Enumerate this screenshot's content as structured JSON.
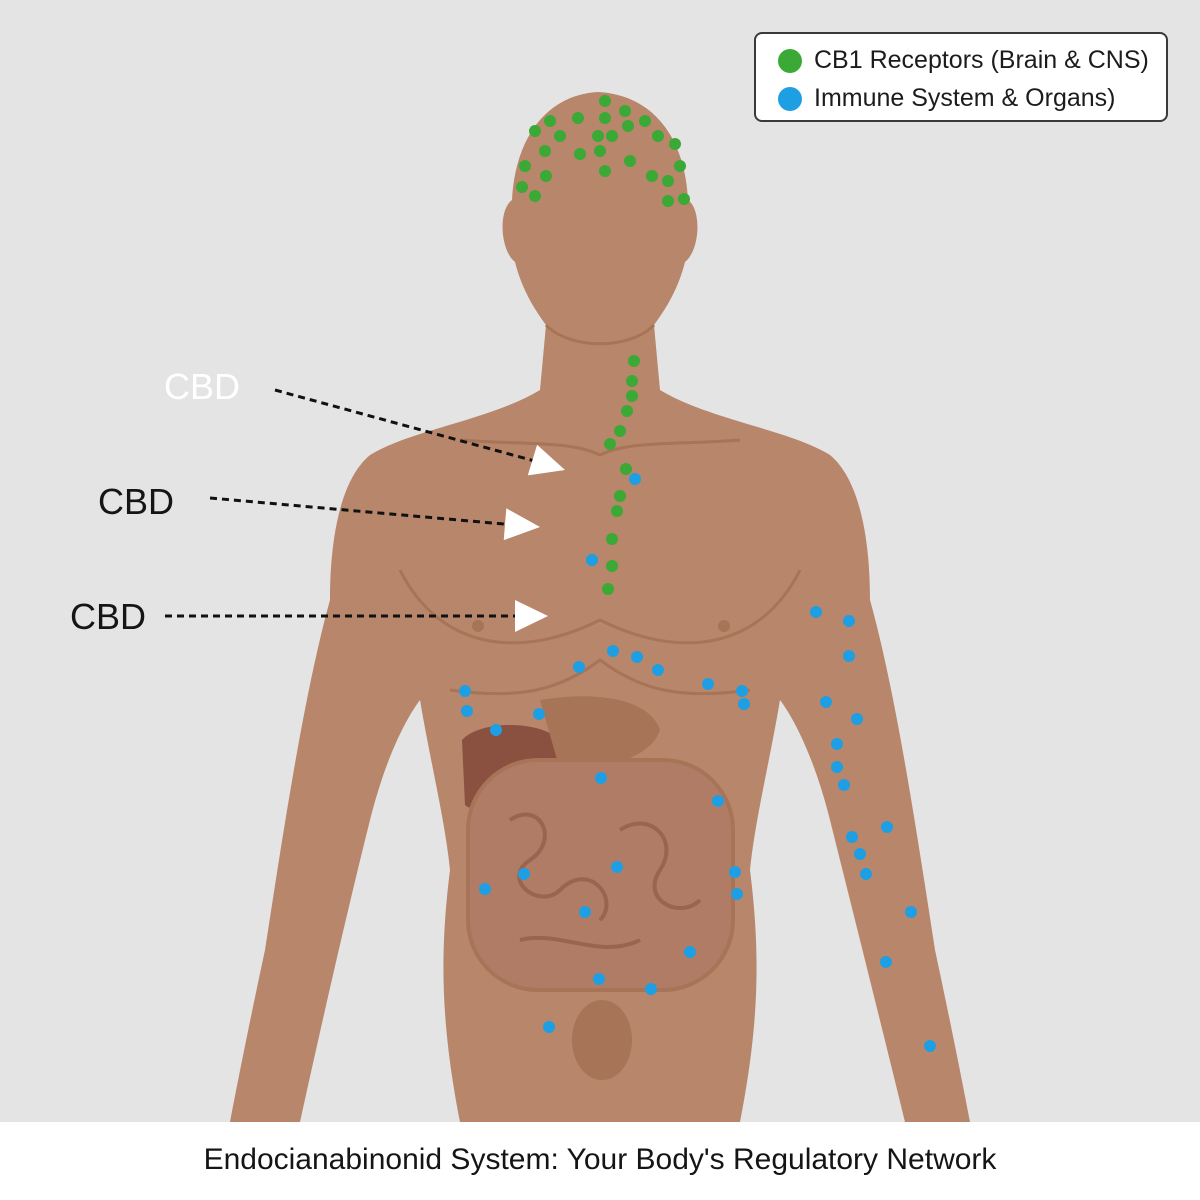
{
  "legend": {
    "items": [
      {
        "label": "CB1 Receptors (Brain & CNS)",
        "color": "#3aa935"
      },
      {
        "label": "Immune System & Organs)",
        "color": "#1e9fe3"
      }
    ]
  },
  "arrows": [
    {
      "label": "CBD",
      "label_color": "#ffffff"
    },
    {
      "label": "CBD",
      "label_color": "#151515"
    },
    {
      "label": "CBD",
      "label_color": "#151515"
    }
  ],
  "caption": "Endocianabinonid System: Your Body's Regulatory Network",
  "colors": {
    "background": "#e4e4e4",
    "skin": "#b8866a",
    "skin_shadow": "#a87458",
    "liver": "#8a5040",
    "intestine": "#b07c66",
    "cb1": "#3aa935",
    "immune": "#1e9fe3"
  }
}
